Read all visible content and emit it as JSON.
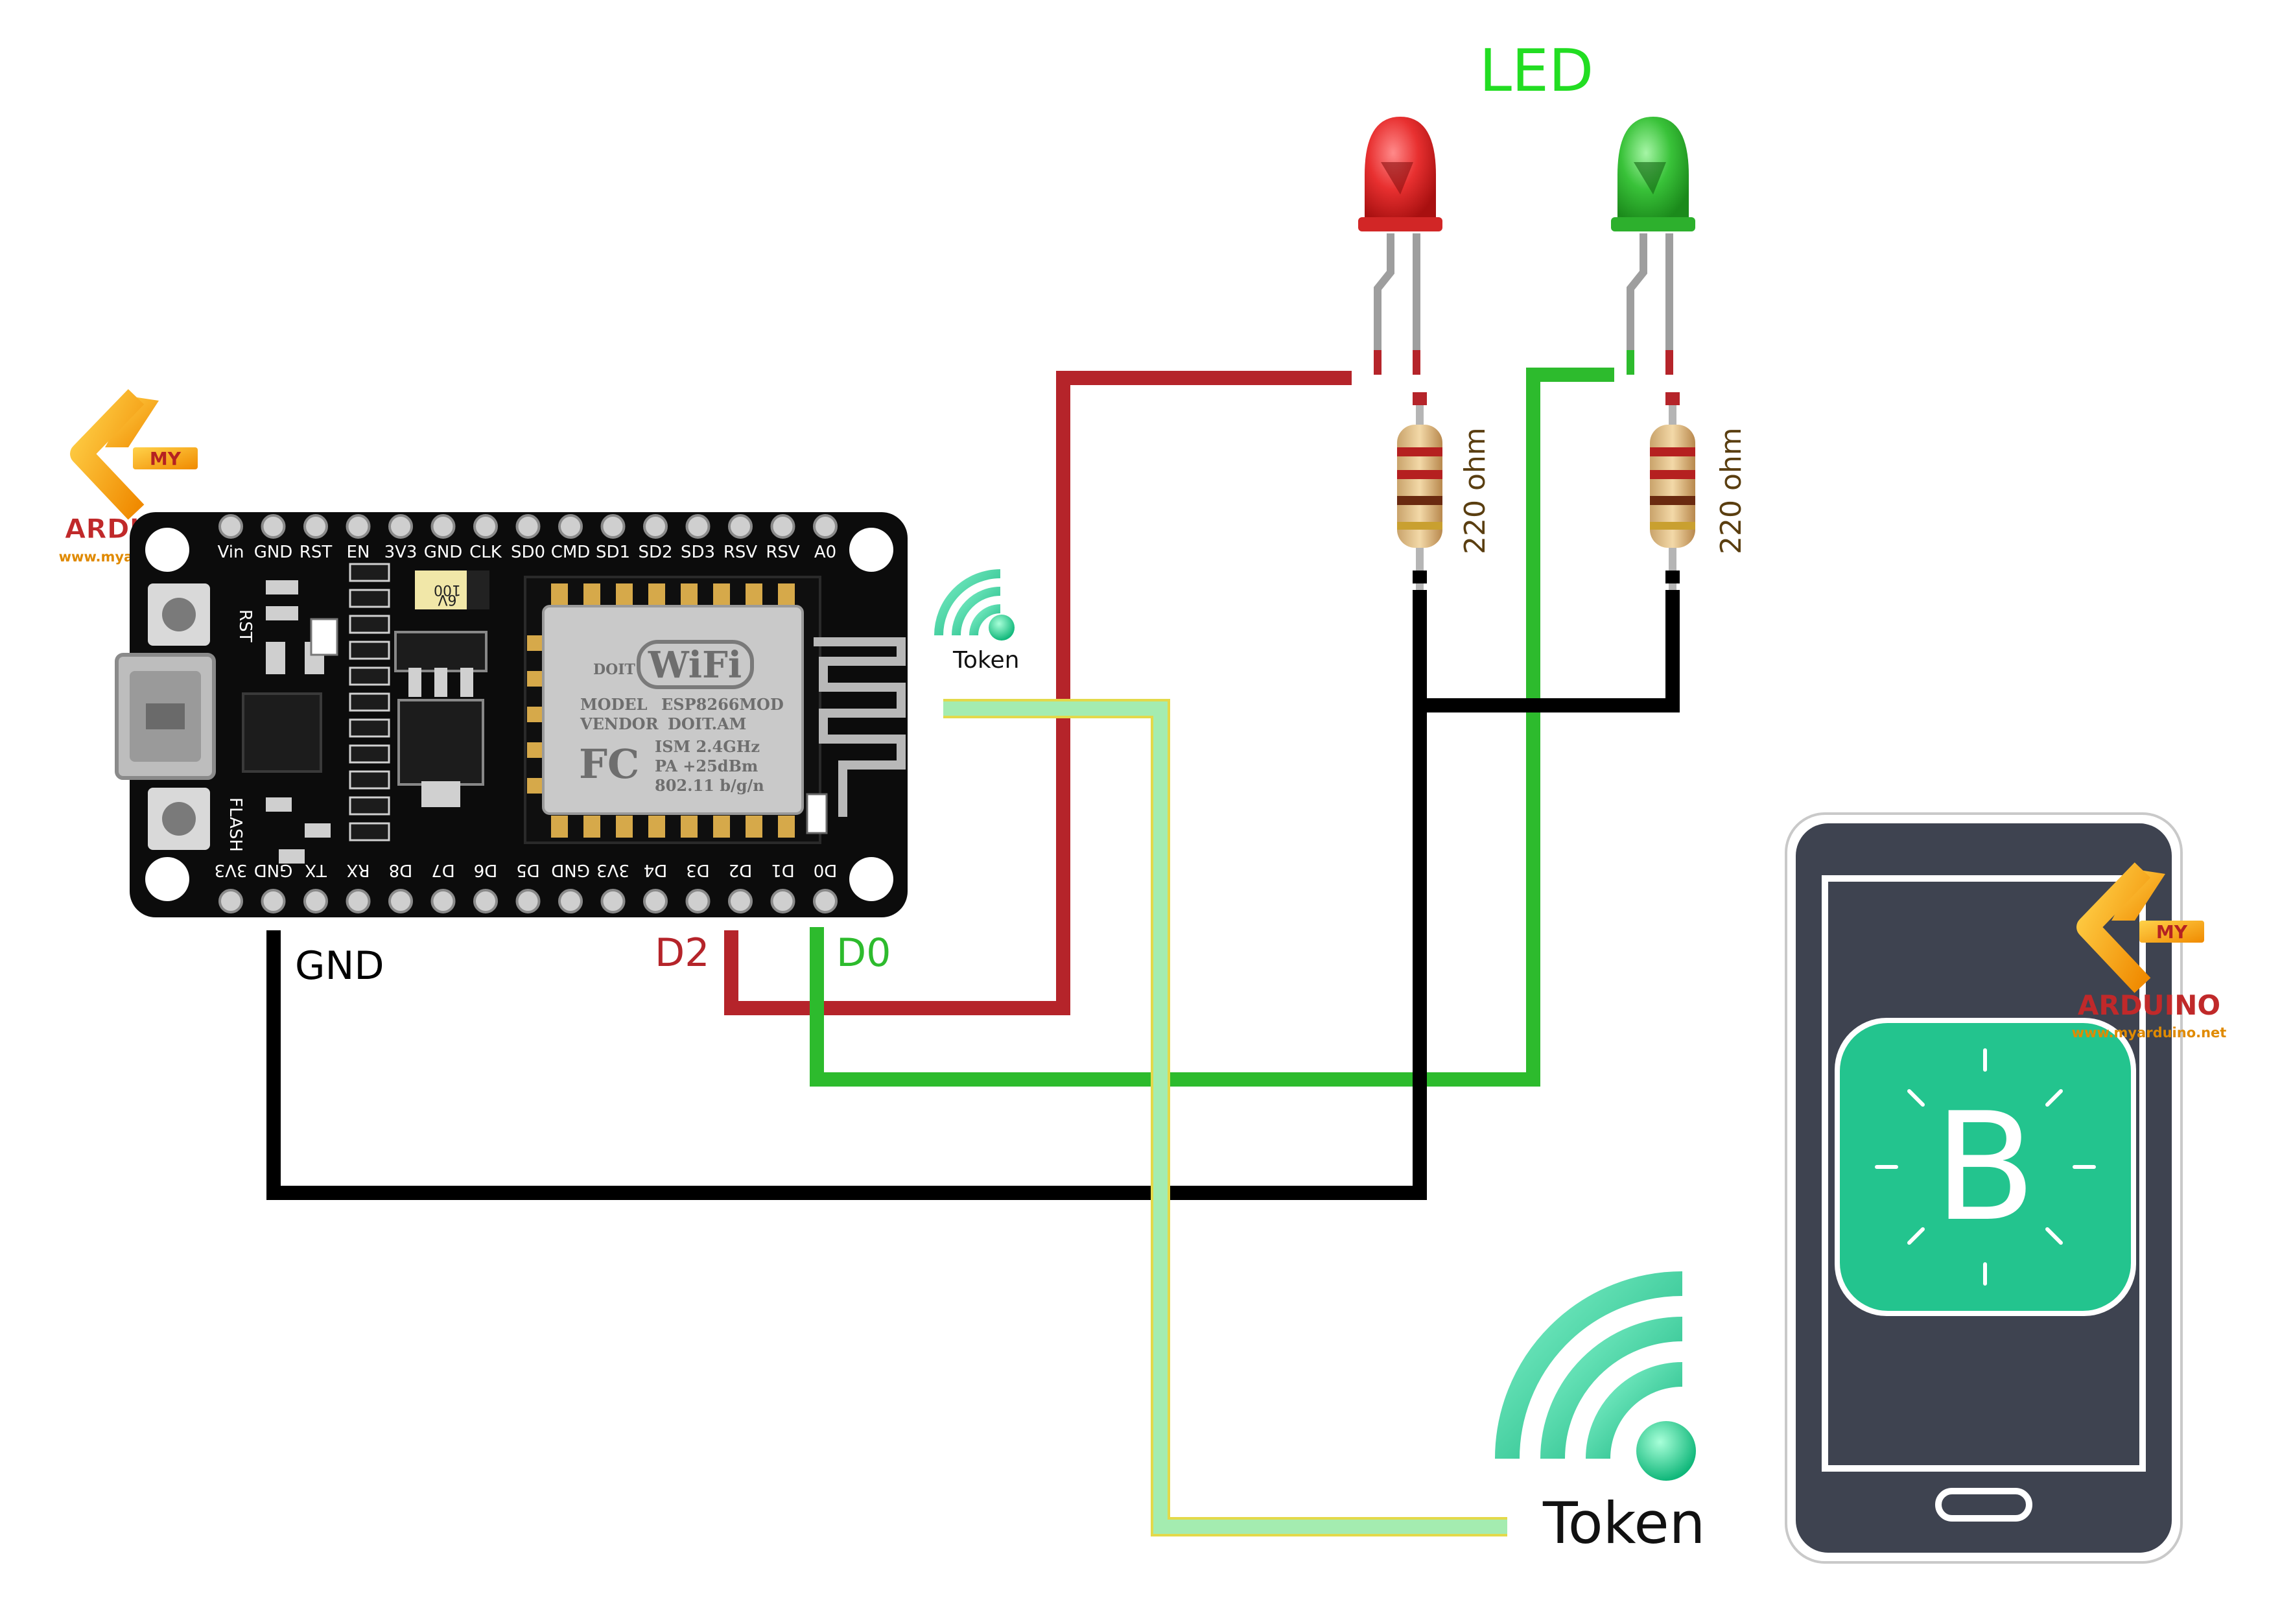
{
  "board": {
    "top_pins": [
      "Vin",
      "GND",
      "RST",
      "EN",
      "3V3",
      "GND",
      "CLK",
      "SD0",
      "CMD",
      "SD1",
      "SD2",
      "SD3",
      "RSV",
      "RSV",
      "A0"
    ],
    "bottom_pins": [
      "3V3",
      "GND",
      "TX",
      "RX",
      "D8",
      "D7",
      "D6",
      "D5",
      "GND",
      "3V3",
      "D4",
      "D3",
      "D2",
      "D1",
      "D0"
    ],
    "side_labels": {
      "rst": "RST",
      "flash": "FLASH"
    },
    "cap_text": [
      "100",
      "6V"
    ]
  },
  "module": {
    "brand": "DOIT",
    "wifi": "WiFi",
    "lines": [
      "MODEL",
      "ESP8266MOD",
      "VENDOR",
      "DOIT.AM",
      "FC",
      "ISM  2.4GHz",
      "PA  +25dBm",
      "802.11 b/g/n"
    ]
  },
  "labels": {
    "led": "LED",
    "res1": "220 ohm",
    "res2": "220 ohm",
    "gnd": "GND",
    "d2": "D2",
    "d0": "D0",
    "token_small": "Token",
    "token_big": "Token"
  },
  "logos": {
    "top_left": {
      "my": "MY",
      "arduino": "ARDUINO",
      "url": "www.myarduino.net"
    },
    "phone": {
      "my": "MY",
      "arduino": "ARDUINO",
      "url": "www.myarduino.net"
    }
  },
  "phone": {
    "app_letter": "B"
  },
  "colors": {
    "red_wire": "#b5242a",
    "green_wire": "#2dbb2d",
    "black_wire": "#000000",
    "token_wire": "#8ee08e",
    "led_red": "#e83030",
    "led_green": "#39c239",
    "led_label": "#22dd22",
    "d2_label": "#b5242a",
    "d0_label": "#2dbb2d",
    "blynk": "#23c48e",
    "phone_body": "#3e4350"
  }
}
